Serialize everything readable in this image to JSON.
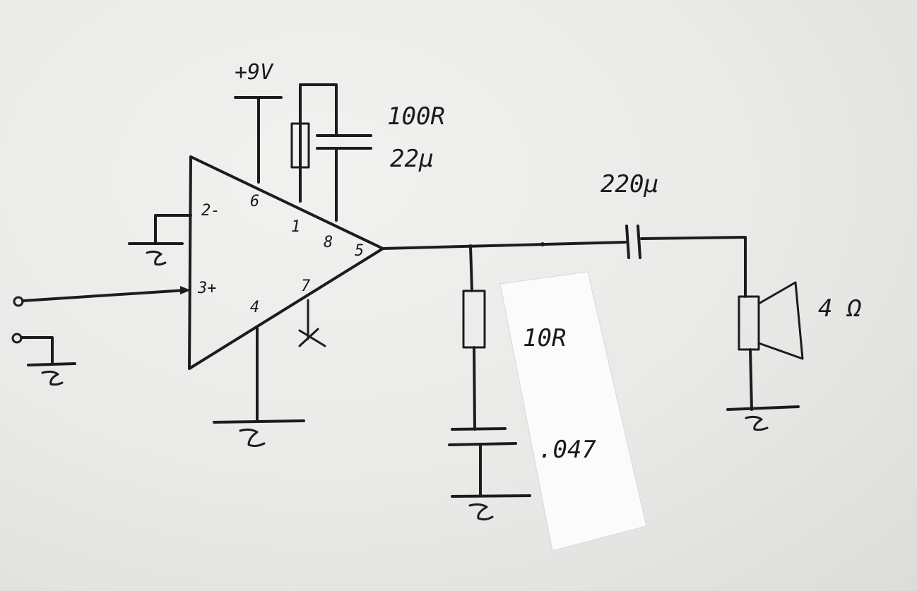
{
  "supply": {
    "label": "+9V"
  },
  "feedback": {
    "resistor": "100R",
    "capacitor": "22µ"
  },
  "output_cap": {
    "label": "220µ"
  },
  "speaker": {
    "label": "4 Ω"
  },
  "zobel": {
    "resistor": "10R",
    "capacitor": ".047"
  },
  "pins": {
    "p2": "2-",
    "p3": "3+",
    "p6": "6",
    "p1": "1",
    "p8": "8",
    "p5": "5",
    "p7": "7",
    "p4": "4"
  }
}
